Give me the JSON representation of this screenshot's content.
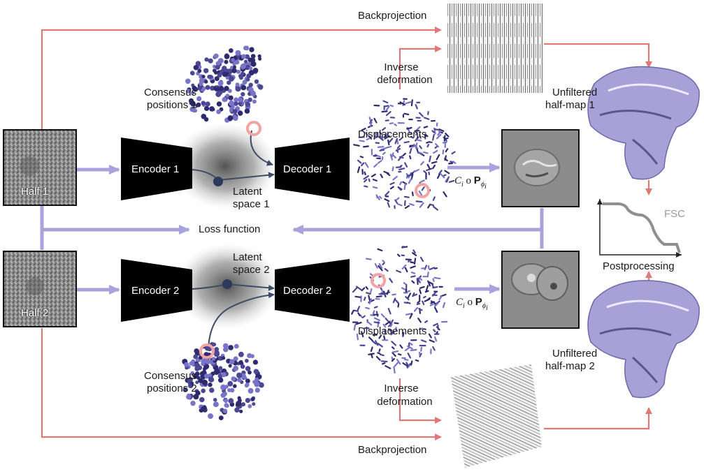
{
  "labels": {
    "backprojection_top": "Backprojection",
    "backprojection_bottom": "Backprojection",
    "inverse_deformation_top_1": "Inverse",
    "inverse_deformation_top_2": "deformation",
    "inverse_deformation_bottom_1": "Inverse",
    "inverse_deformation_bottom_2": "deformation",
    "consensus_1_line1": "Consensus",
    "consensus_1_line2": "positions 1",
    "consensus_2_line1": "Consensus",
    "consensus_2_line2": "positions 2",
    "displacements_top": "Displacements",
    "displacements_bottom": "Displacements",
    "encoder_1": "Encoder 1",
    "encoder_2": "Encoder 2",
    "decoder_1": "Decoder 1",
    "decoder_2": "Decoder 2",
    "latent_1_line1": "Latent",
    "latent_1_line2": "space 1",
    "latent_2_line1": "Latent",
    "latent_2_line2": "space 2",
    "half_1": "Half 1",
    "half_2": "Half 2",
    "loss_function": "Loss function",
    "unfiltered_1_line1": "Unfiltered",
    "unfiltered_1_line2": "half-map 1",
    "unfiltered_2_line1": "Unfiltered",
    "unfiltered_2_line2": "half-map 2",
    "fsc": "FSC",
    "postprocessing": "Postprocessing",
    "projection_symbol_c": "C",
    "projection_sub_i": "i",
    "projection_circle": "o",
    "projection_p": "P",
    "projection_sub_phi": "ϕ",
    "projection_sub_phi_i": "i"
  },
  "colors": {
    "red_arrow": "#e07878",
    "purple_arrow": "#a9a3dd",
    "box_black": "#000000",
    "point_dark": "#2e2a6e",
    "point_mid": "#4b4794",
    "point_light": "#7a74c8",
    "map_lavender": "#a7a1d8",
    "marker_ring": "#f2a3a3"
  },
  "icons": {
    "encoder": "trapezoid-encoder-icon",
    "decoder": "trapezoid-decoder-icon",
    "latent": "latent-node-icon"
  }
}
